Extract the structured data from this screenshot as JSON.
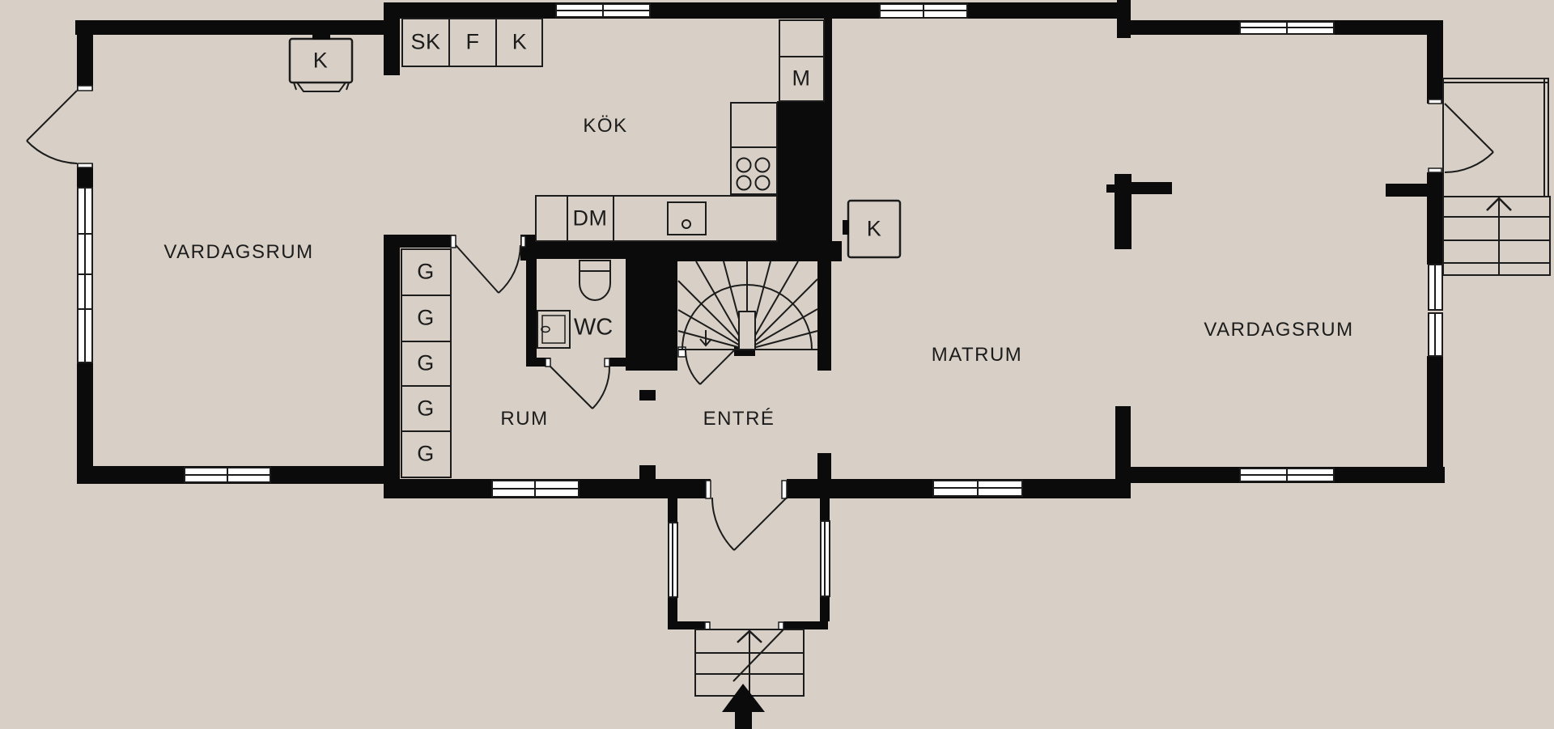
{
  "meta": {
    "drawing_type": "residential floor plan"
  },
  "colors": {
    "background": "#d8d0c6",
    "wall": "#0b0b0b",
    "line": "#1c1c1c",
    "window": "#ffffff"
  },
  "rooms": [
    {
      "id": "vardagsrum-left",
      "label": "VARDAGSRUM"
    },
    {
      "id": "kok",
      "label": "KÖK"
    },
    {
      "id": "matrum",
      "label": "MATRUM"
    },
    {
      "id": "vardagsrum-right",
      "label": "VARDAGSRUM"
    },
    {
      "id": "rum",
      "label": "RUM"
    },
    {
      "id": "entre",
      "label": "ENTRÉ"
    },
    {
      "id": "wc",
      "label": "WC"
    }
  ],
  "cabinets": {
    "items": [
      "SK",
      "F",
      "K"
    ]
  },
  "appliances": {
    "fireplace": "K",
    "micro": "M",
    "dishwasher": "DM",
    "fridge": "K"
  },
  "wardrobes": [
    "G",
    "G",
    "G",
    "G",
    "G"
  ]
}
